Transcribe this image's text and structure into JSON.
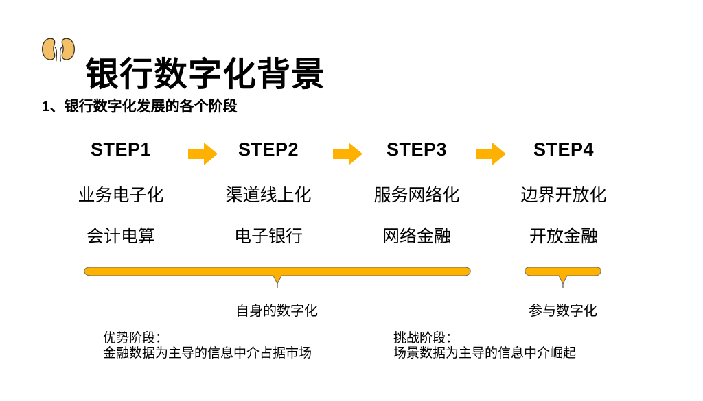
{
  "slide": {
    "title": "银行数字化背景",
    "subtitle": "1、银行数字化发展的各个阶段"
  },
  "colors": {
    "accent": "#FFB101",
    "text": "#000000",
    "brace_outline": "#6B6B6B",
    "logo_fill": "#F2C068"
  },
  "icons": {
    "logo": "kidneys-icon",
    "step_connector": "right-block-arrow-icon"
  },
  "steps": [
    {
      "label": "STEP1",
      "stage": "业务电子化",
      "substage": "会计电算"
    },
    {
      "label": "STEP2",
      "stage": "渠道线上化",
      "substage": "电子银行"
    },
    {
      "label": "STEP3",
      "stage": "服务网络化",
      "substage": "网络金融"
    },
    {
      "label": "STEP4",
      "stage": "边界开放化",
      "substage": "开放金融"
    }
  ],
  "braces": [
    {
      "label": "自身的数字化",
      "spans": "STEP1-STEP3"
    },
    {
      "label": "参与数字化",
      "spans": "STEP4"
    }
  ],
  "notes": [
    {
      "title": "优势阶段：",
      "body": "金融数据为主导的信息中介占据市场"
    },
    {
      "title": "挑战阶段：",
      "body": "场景数据为主导的信息中介崛起"
    }
  ]
}
